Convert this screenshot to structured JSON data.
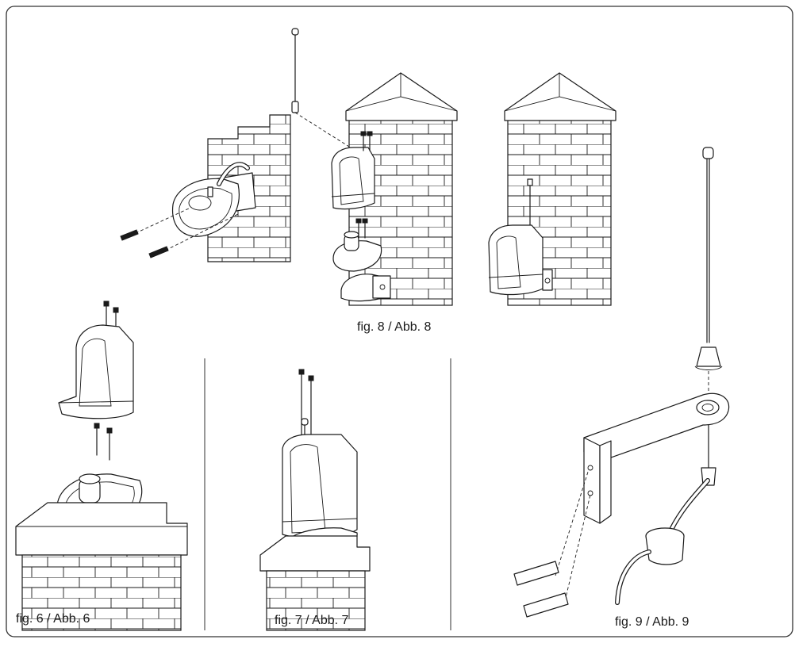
{
  "figures": {
    "fig6": {
      "caption": "fig. 6 / Abb. 6"
    },
    "fig7": {
      "caption": "fig. 7 / Abb. 7"
    },
    "fig8": {
      "caption": "fig. 8 / Abb. 8"
    },
    "fig9": {
      "caption": "fig. 9 / Abb. 9"
    }
  },
  "colors": {
    "line": "#1a1a1a",
    "background": "#ffffff",
    "frame": "#333333"
  }
}
